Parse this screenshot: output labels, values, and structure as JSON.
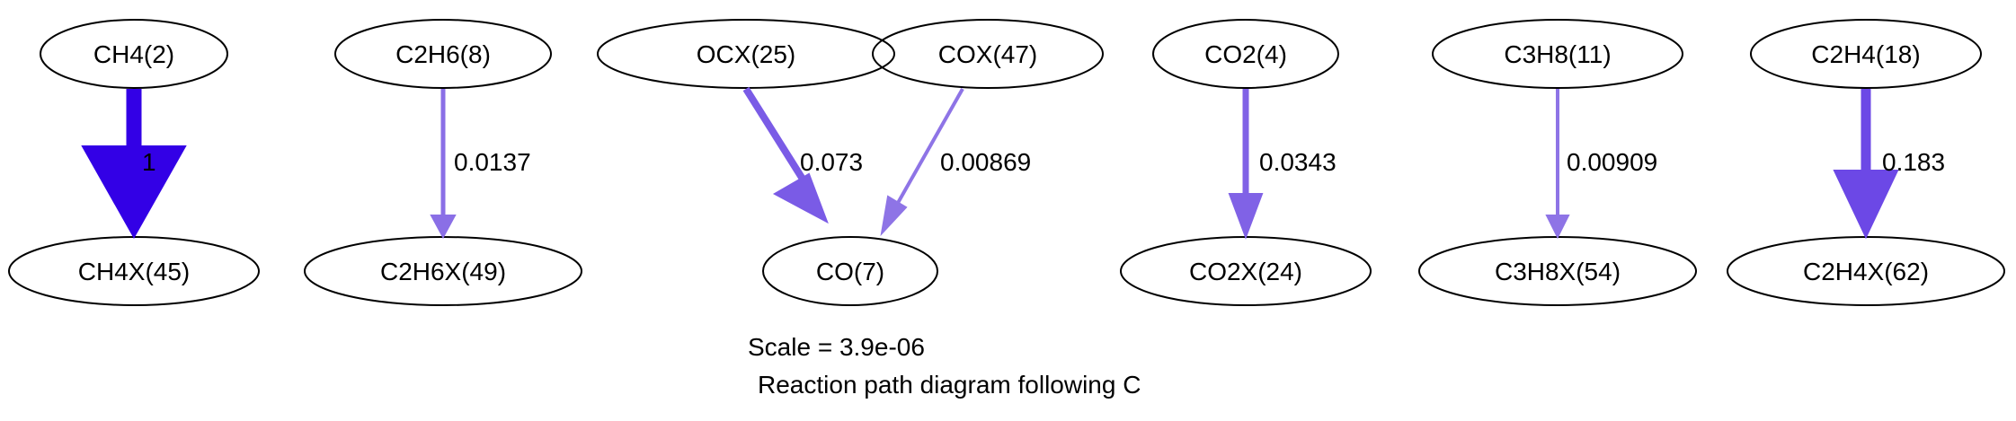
{
  "diagram": {
    "caption": {
      "scale": "Scale = 3.9e-06",
      "title": "Reaction path diagram following C"
    },
    "nodes": {
      "ch4": "CH4(2)",
      "ch4x": "CH4X(45)",
      "c2h6": "C2H6(8)",
      "c2h6x": "C2H6X(49)",
      "ocx": "OCX(25)",
      "cox": "COX(47)",
      "co": "CO(7)",
      "co2": "CO2(4)",
      "co2x": "CO2X(24)",
      "c3h8": "C3H8(11)",
      "c3h8x": "C3H8X(54)",
      "c2h4": "C2H4(18)",
      "c2h4x": "C2H4X(62)"
    },
    "edges": {
      "ch4_to_ch4x": {
        "label": "1",
        "flux": 1,
        "color": "#3300e6"
      },
      "c2h6_to_c2h6x": {
        "label": "0.0137",
        "flux": 0.0137,
        "color": "#8a6fe6"
      },
      "ocx_to_co": {
        "label": "0.073",
        "flux": 0.073,
        "color": "#7a5be6"
      },
      "cox_to_co": {
        "label": "0.00869",
        "flux": 0.00869,
        "color": "#8e74e6"
      },
      "co2_to_co2x": {
        "label": "0.0343",
        "flux": 0.0343,
        "color": "#8062e6"
      },
      "c3h8_to_c3h8x": {
        "label": "0.00909",
        "flux": 0.00909,
        "color": "#8e74e6"
      },
      "c2h4_to_c2h4x": {
        "label": "0.183",
        "flux": 0.183,
        "color": "#6c48e6"
      }
    }
  }
}
